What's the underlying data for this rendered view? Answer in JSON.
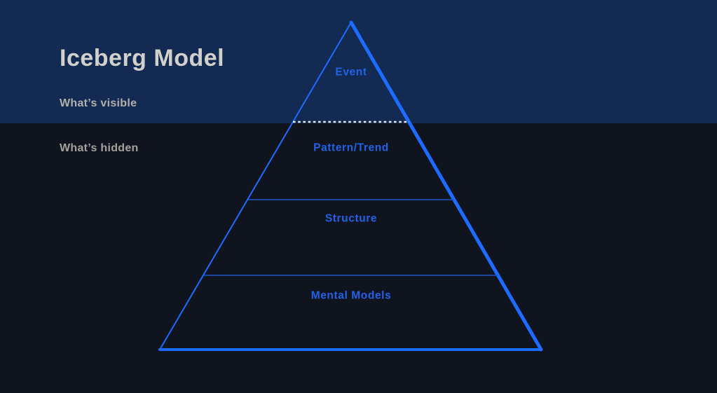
{
  "header": {
    "title": "Iceberg Model",
    "visible_zone_label": "What’s visible",
    "hidden_zone_label": "What’s hidden"
  },
  "diagram": {
    "type": "iceberg-pyramid",
    "layers": [
      {
        "label": "Event",
        "position": "above waterline"
      },
      {
        "label": "Pattern/Trend",
        "position": "below waterline"
      },
      {
        "label": "Structure",
        "position": "below waterline"
      },
      {
        "label": "Mental Models",
        "position": "below waterline"
      }
    ],
    "waterline_style": "white dotted line at top of Pattern/Trend layer"
  },
  "colors": {
    "above_water_background": "#132a52",
    "below_water_background": "#0f141e",
    "iceberg_outline": "#1e6bff",
    "layer_divider": "#1d5ace",
    "layer_label_text": "#2262e9",
    "waterline_dots": "#e9e9e9",
    "title_text": "#d2d0cc",
    "visible_label_text": "#b3b1ad",
    "hidden_label_text": "#a4a19c"
  }
}
